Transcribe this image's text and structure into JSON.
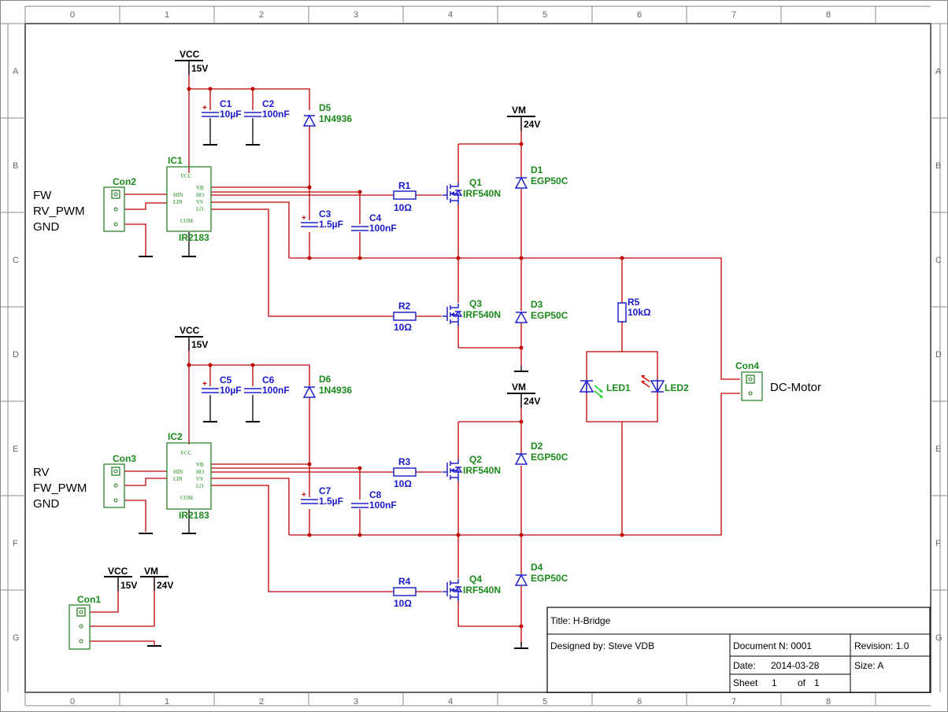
{
  "frame": {
    "columns": [
      "0",
      "1",
      "2",
      "3",
      "4",
      "5",
      "6",
      "7",
      "8"
    ],
    "rows": [
      "A",
      "B",
      "C",
      "D",
      "E",
      "F",
      "G"
    ]
  },
  "title_block": {
    "title_label": "Title:",
    "title_value": "H-Bridge",
    "designed_label": "Designed by:",
    "designed_value": "Steve VDB",
    "document_label": "Document N:",
    "document_value": "0001",
    "revision_label": "Revision:",
    "revision_value": "1.0",
    "date_label": "Date:",
    "date_value": "2014-03-28",
    "size_label": "Size:",
    "size_value": "A",
    "sheet_label": "Sheet",
    "sheet_value": "1",
    "of_label": "of",
    "of_value": "1"
  },
  "power": {
    "vcc_top": {
      "name": "VCC",
      "value": "15V"
    },
    "vcc_mid": {
      "name": "VCC",
      "value": "15V"
    },
    "vm_top": {
      "name": "VM",
      "value": "24V"
    },
    "vm_mid": {
      "name": "VM",
      "value": "24V"
    },
    "vcc_con1": {
      "name": "VCC",
      "value": "15V"
    },
    "vm_con1": {
      "name": "VM",
      "value": "24V"
    }
  },
  "connectors": {
    "con1": {
      "ref": "Con1"
    },
    "con2": {
      "ref": "Con2",
      "signals": [
        "FW",
        "RV_PWM",
        "GND"
      ]
    },
    "con3": {
      "ref": "Con3",
      "signals": [
        "RV",
        "FW_PWM",
        "GND"
      ]
    },
    "con4": {
      "ref": "Con4",
      "label": "DC-Motor"
    }
  },
  "ics": {
    "ic1": {
      "ref": "IC1",
      "part": "IR2183",
      "pins": [
        "VCC",
        "HIN",
        "LIN",
        "COM",
        "VB",
        "HO",
        "VS",
        "LO"
      ]
    },
    "ic2": {
      "ref": "IC2",
      "part": "IR2183",
      "pins": [
        "VCC",
        "HIN",
        "LIN",
        "COM",
        "VB",
        "HO",
        "VS",
        "LO"
      ]
    }
  },
  "capacitors": {
    "c1": {
      "ref": "C1",
      "value": "10µF"
    },
    "c2": {
      "ref": "C2",
      "value": "100nF"
    },
    "c3": {
      "ref": "C3",
      "value": "1.5µF"
    },
    "c4": {
      "ref": "C4",
      "value": "100nF"
    },
    "c5": {
      "ref": "C5",
      "value": "10µF"
    },
    "c6": {
      "ref": "C6",
      "value": "100nF"
    },
    "c7": {
      "ref": "C7",
      "value": "1.5µF"
    },
    "c8": {
      "ref": "C8",
      "value": "100nF"
    }
  },
  "diodes": {
    "d5": {
      "ref": "D5",
      "value": "1N4936"
    },
    "d6": {
      "ref": "D6",
      "value": "1N4936"
    },
    "d1": {
      "ref": "D1",
      "value": "EGP50C"
    },
    "d2": {
      "ref": "D2",
      "value": "EGP50C"
    },
    "d3": {
      "ref": "D3",
      "value": "EGP50C"
    },
    "d4": {
      "ref": "D4",
      "value": "EGP50C"
    }
  },
  "resistors": {
    "r1": {
      "ref": "R1",
      "value": "10Ω"
    },
    "r2": {
      "ref": "R2",
      "value": "10Ω"
    },
    "r3": {
      "ref": "R3",
      "value": "10Ω"
    },
    "r4": {
      "ref": "R4",
      "value": "10Ω"
    },
    "r5": {
      "ref": "R5",
      "value": "10kΩ"
    }
  },
  "mosfets": {
    "q1": {
      "ref": "Q1",
      "part": "IRF540N"
    },
    "q2": {
      "ref": "Q2",
      "part": "IRF540N"
    },
    "q3": {
      "ref": "Q3",
      "part": "IRF540N"
    },
    "q4": {
      "ref": "Q4",
      "part": "IRF540N"
    }
  },
  "leds": {
    "led1": {
      "ref": "LED1",
      "color": "#22cc22"
    },
    "led2": {
      "ref": "LED2",
      "color": "#dd1111"
    }
  },
  "colors": {
    "wire": "#c00000",
    "symbol": "#2222cc",
    "label": "#1a8a1a"
  }
}
